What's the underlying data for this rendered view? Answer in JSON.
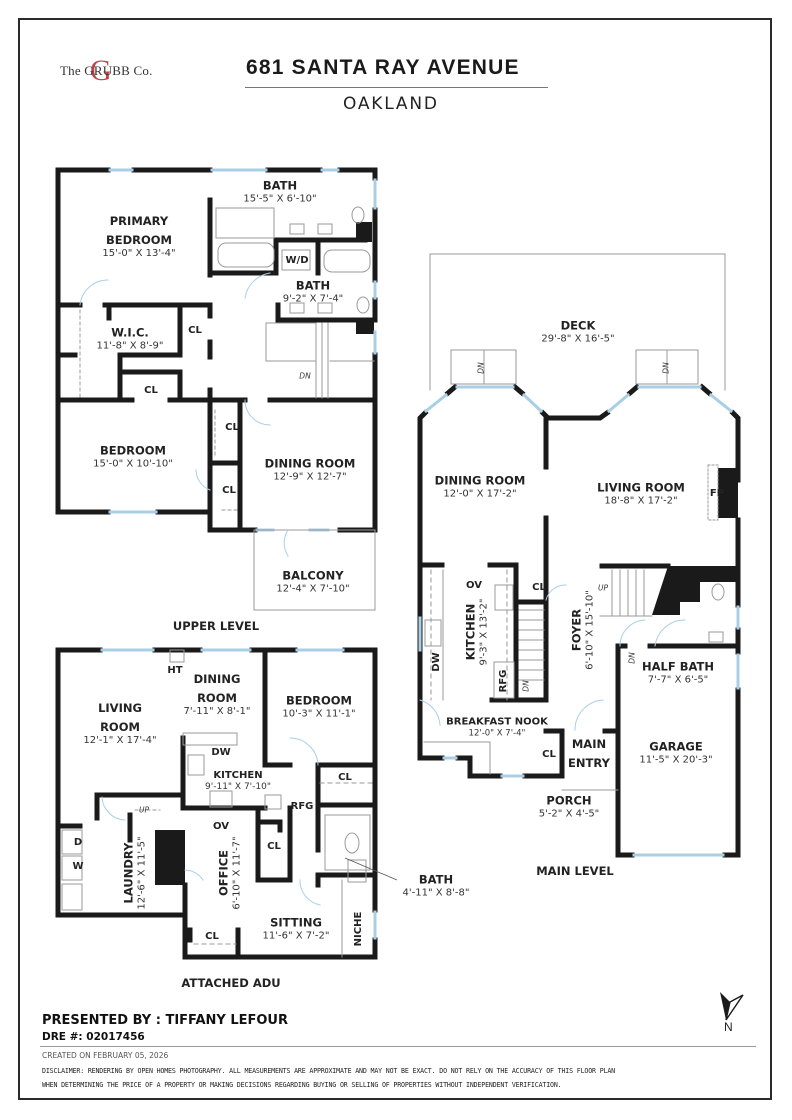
{
  "header": {
    "brand_logo_text": "The GRUBB Co.",
    "brand_logo_initial": "G",
    "address": "681 SANTA RAY AVENUE",
    "city": "OAKLAND"
  },
  "colors": {
    "wall": "#1a1a1a",
    "window": "#a9cfe6",
    "fixture_line": "#9a9a9a",
    "logo_accent": "#b2242a"
  },
  "upper_level": {
    "label": "UPPER LEVEL",
    "rooms": [
      {
        "name": "PRIMARY BEDROOM",
        "line1": "PRIMARY",
        "line2": "BEDROOM",
        "dims": "15'-0\" X 13'-4\""
      },
      {
        "name": "BATH",
        "dims": "15'-5\" X 6'-10\""
      },
      {
        "name": "W/D"
      },
      {
        "name": "BATH",
        "dims": "9'-2\" X 7'-4\""
      },
      {
        "name": "W.I.C.",
        "dims": "11'-8\" X 8'-9\""
      },
      {
        "name": "CL"
      },
      {
        "name": "CL"
      },
      {
        "name": "BEDROOM",
        "dims": "15'-0\" X 10'-10\""
      },
      {
        "name": "CL"
      },
      {
        "name": "CL"
      },
      {
        "name": "DINING ROOM",
        "dims": "12'-9\" X 12'-7\""
      },
      {
        "name": "BALCONY",
        "dims": "12'-4\" X 7'-10\""
      }
    ],
    "stair_label": "DN"
  },
  "main_level": {
    "label": "MAIN LEVEL",
    "rooms": [
      {
        "name": "DECK",
        "dims": "29'-8\" X 16'-5\""
      },
      {
        "name": "DINING ROOM",
        "dims": "12'-0\" X 17'-2\""
      },
      {
        "name": "LIVING ROOM",
        "dims": "18'-8\" X 17'-2\""
      },
      {
        "name": "FP"
      },
      {
        "name": "KITCHEN",
        "dims": "9'-3\" X 13'-2\""
      },
      {
        "name": "OV"
      },
      {
        "name": "DW"
      },
      {
        "name": "RFG"
      },
      {
        "name": "CL"
      },
      {
        "name": "FOYER",
        "dims": "6'-10\" X 15'-10\""
      },
      {
        "name": "HALF BATH",
        "dims": "7'-7\" X 6'-5\""
      },
      {
        "name": "BREAKFAST NOOK",
        "dims": "12'-0\" X 7'-4\""
      },
      {
        "name": "CL"
      },
      {
        "name": "MAIN ENTRY",
        "line1": "MAIN",
        "line2": "ENTRY"
      },
      {
        "name": "PORCH",
        "dims": "5'-2\" X 4'-5\""
      },
      {
        "name": "GARAGE",
        "dims": "11'-5\" X 20'-3\""
      }
    ],
    "stair_labels": {
      "deck_left": "DN",
      "deck_right": "DN",
      "foyer_up": "UP",
      "kitchen_dn": "DN",
      "garage_dn": "DN"
    }
  },
  "adu_level": {
    "label": "ATTACHED ADU",
    "rooms": [
      {
        "name": "LIVING ROOM",
        "line1": "LIVING",
        "line2": "ROOM",
        "dims": "12'-1\" X 17'-4\""
      },
      {
        "name": "HT"
      },
      {
        "name": "DINING ROOM",
        "line1": "DINING",
        "line2": "ROOM",
        "dims": "7'-11\" X 8'-1\""
      },
      {
        "name": "BEDROOM",
        "dims": "10'-3\" X 11'-1\""
      },
      {
        "name": "DW"
      },
      {
        "name": "KITCHEN",
        "dims": "9'-11\" X 7'-10\""
      },
      {
        "name": "CL"
      },
      {
        "name": "RFG"
      },
      {
        "name": "OV"
      },
      {
        "name": "D"
      },
      {
        "name": "W"
      },
      {
        "name": "LAUNDRY",
        "dims": "12'-6\" X 11'-5\""
      },
      {
        "name": "OFFICE",
        "dims": "6'-10\" X 11'-7\""
      },
      {
        "name": "CL"
      },
      {
        "name": "BATH",
        "dims": "4'-11\" X 8'-8\""
      },
      {
        "name": "SITTING",
        "dims": "11'-6\" X 7'-2\""
      },
      {
        "name": "NICHE"
      },
      {
        "name": "CL"
      }
    ],
    "stair_label": "UP"
  },
  "footer": {
    "presented_by": "PRESENTED BY : TIFFANY LEFOUR",
    "dre": "DRE #: 02017456",
    "created": "CREATED ON FEBRUARY 05, 2026",
    "disclaimer_line1": "DISCLAIMER: RENDERING BY OPEN HOMES PHOTOGRAPHY. ALL MEASUREMENTS ARE APPROXIMATE AND MAY NOT BE EXACT. DO NOT RELY ON THE ACCURACY OF THIS FLOOR PLAN",
    "disclaimer_line2": "WHEN DETERMINING THE PRICE OF A PROPERTY OR MAKING DECISIONS REGARDING BUYING OR SELLING OF PROPERTIES WITHOUT INDEPENDENT VERIFICATION.",
    "compass_label": "N"
  }
}
